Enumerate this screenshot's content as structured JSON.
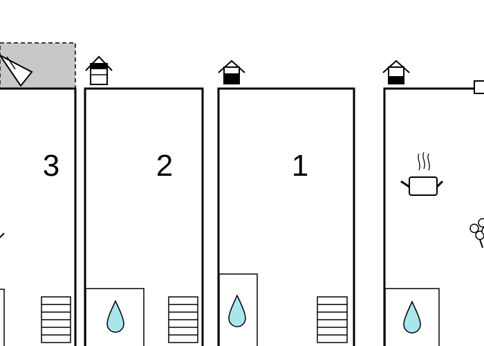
{
  "rooms": [
    {
      "number": "3",
      "icons": [
        "window-icon",
        "stairs-icon"
      ]
    },
    {
      "number": "2",
      "icons": [
        "house-heating-icon",
        "water-drop-icon",
        "stairs-icon"
      ]
    },
    {
      "number": "1",
      "icons": [
        "house-heating-icon",
        "water-drop-icon",
        "stairs-icon"
      ]
    },
    {
      "number": "",
      "icons": [
        "house-heating-icon",
        "cooking-pot-icon",
        "flower-icon",
        "water-drop-icon"
      ]
    }
  ],
  "colors": {
    "wall": "#000000",
    "water": "#a8e6ec",
    "window_fill": "#c8c8c8"
  }
}
